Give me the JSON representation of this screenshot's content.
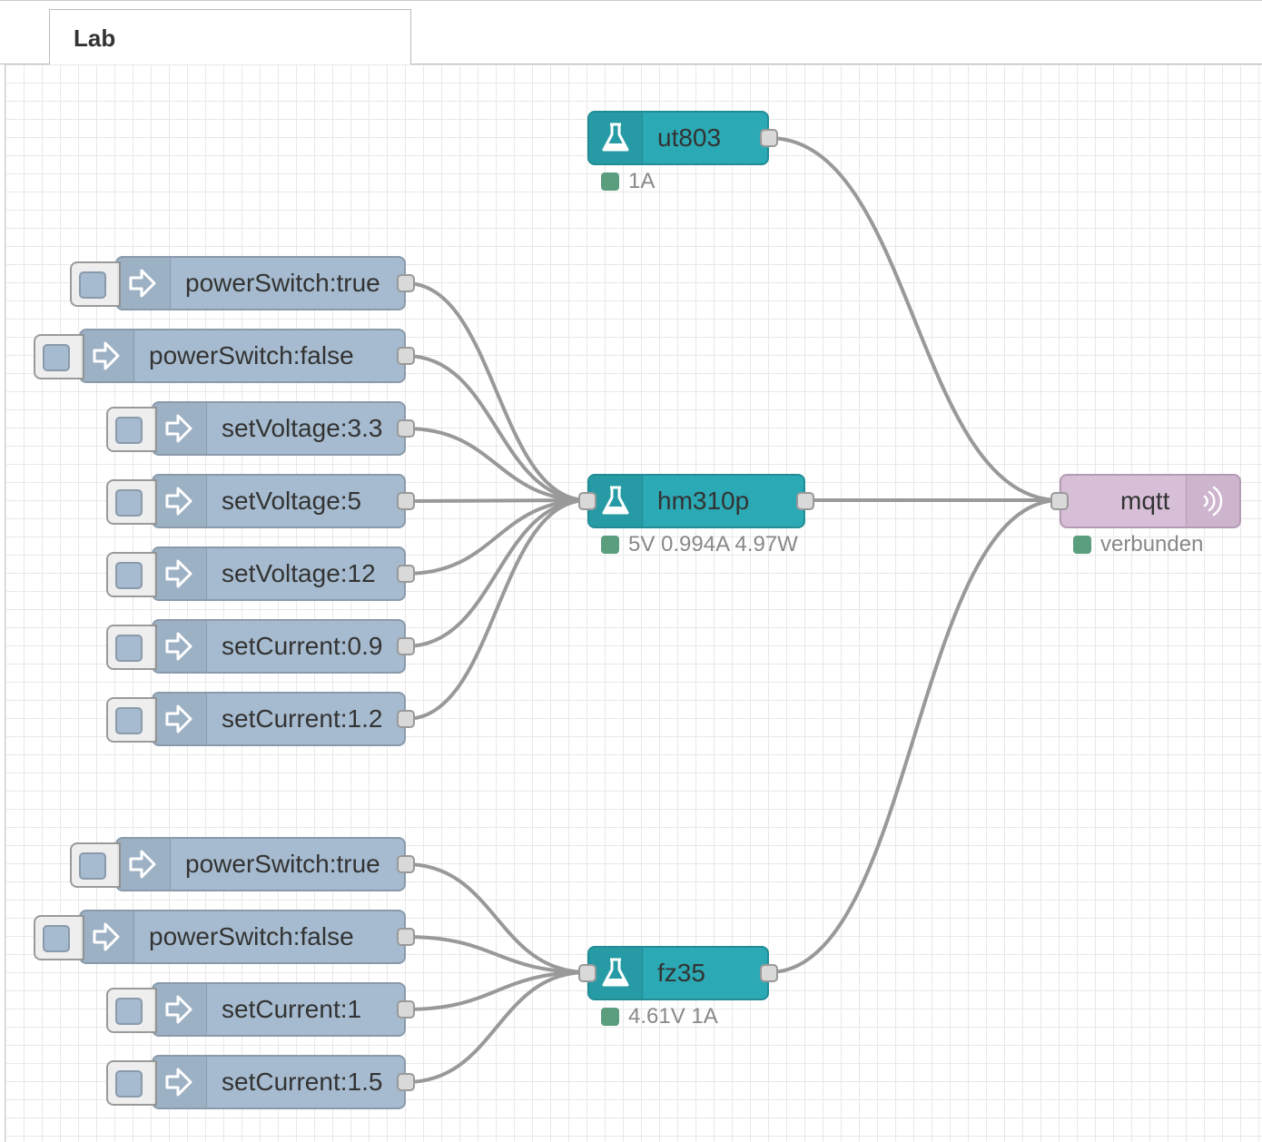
{
  "tab": {
    "label": "Lab"
  },
  "nodes": {
    "ut803": {
      "label": "ut803",
      "status": "1A"
    },
    "hm310p": {
      "label": "hm310p",
      "status": "5V 0.994A 4.97W"
    },
    "fz35": {
      "label": "fz35",
      "status": "4.61V 1A"
    },
    "mqtt": {
      "label": "mqtt",
      "status": "verbunden"
    }
  },
  "inject_group_1": [
    {
      "label": "powerSwitch:true"
    },
    {
      "label": "powerSwitch:false"
    },
    {
      "label": "setVoltage:3.3"
    },
    {
      "label": "setVoltage:5"
    },
    {
      "label": "setVoltage:12"
    },
    {
      "label": "setCurrent:0.9"
    },
    {
      "label": "setCurrent:1.2"
    }
  ],
  "inject_group_2": [
    {
      "label": "powerSwitch:true"
    },
    {
      "label": "powerSwitch:false"
    },
    {
      "label": "setCurrent:1"
    },
    {
      "label": "setCurrent:1.5"
    }
  ],
  "colors": {
    "inject": "#a6bbcf",
    "device": "#2ba9b4",
    "mqtt": "#d8bfd8",
    "status_ok": "#5a9e7e",
    "wire": "#999999"
  },
  "icons": {
    "inject": "arrow-in-icon",
    "device": "flask-icon",
    "mqtt": "radio-waves-icon"
  }
}
